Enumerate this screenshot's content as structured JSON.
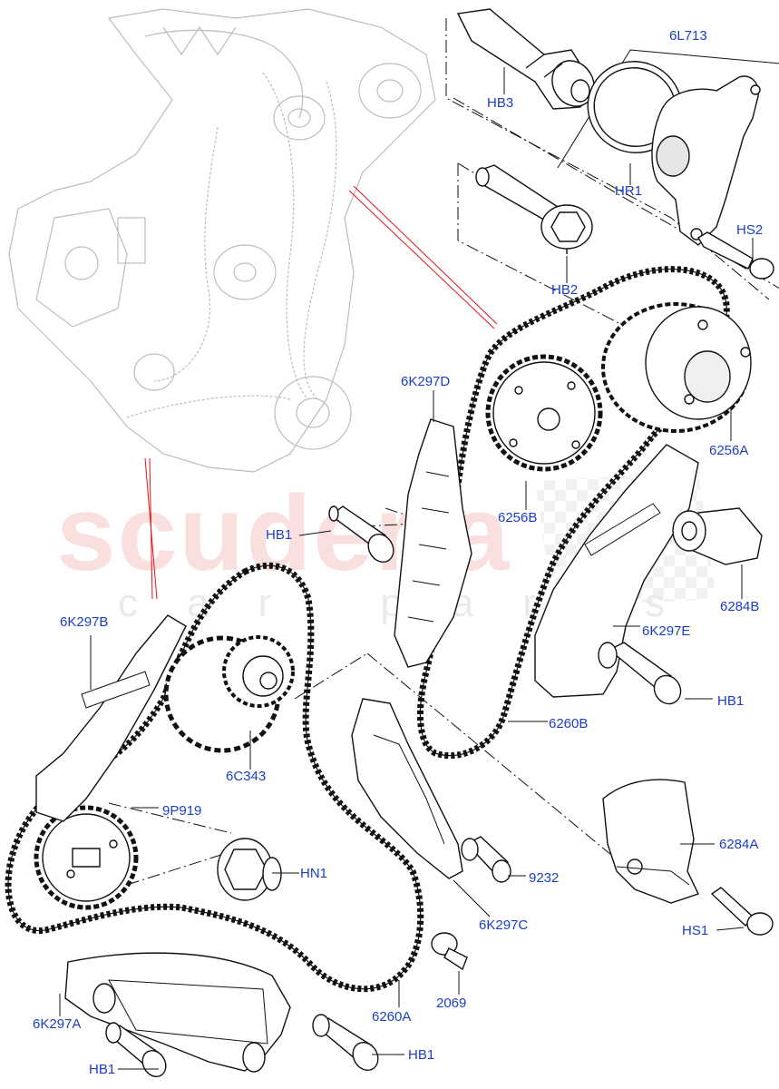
{
  "watermark": {
    "brand": "scuderia",
    "sub": "car parts"
  },
  "callouts": [
    {
      "id": "HB3",
      "text": "HB3"
    },
    {
      "id": "6L713",
      "text": "6L713"
    },
    {
      "id": "HR1",
      "text": "HR1"
    },
    {
      "id": "HS2",
      "text": "HS2"
    },
    {
      "id": "HB2",
      "text": "HB2"
    },
    {
      "id": "6K297D",
      "text": "6K297D"
    },
    {
      "id": "6256A",
      "text": "6256A"
    },
    {
      "id": "6256B",
      "text": "6256B"
    },
    {
      "id": "HB1-a",
      "text": "HB1"
    },
    {
      "id": "6284B",
      "text": "6284B"
    },
    {
      "id": "6K297B",
      "text": "6K297B"
    },
    {
      "id": "6K297E",
      "text": "6K297E"
    },
    {
      "id": "HB1-b",
      "text": "HB1"
    },
    {
      "id": "6260B",
      "text": "6260B"
    },
    {
      "id": "6C343",
      "text": "6C343"
    },
    {
      "id": "9P919",
      "text": "9P919"
    },
    {
      "id": "6284A",
      "text": "6284A"
    },
    {
      "id": "HN1",
      "text": "HN1"
    },
    {
      "id": "9232",
      "text": "9232"
    },
    {
      "id": "6K297C",
      "text": "6K297C"
    },
    {
      "id": "HS1",
      "text": "HS1"
    },
    {
      "id": "2069",
      "text": "2069"
    },
    {
      "id": "6K297A",
      "text": "6K297A"
    },
    {
      "id": "6260A",
      "text": "6260A"
    },
    {
      "id": "HB1-c",
      "text": "HB1"
    },
    {
      "id": "HB1-d",
      "text": "HB1"
    }
  ],
  "colors": {
    "label": "#1a3ec8",
    "line": "#111111",
    "ghost": "#bdbdbd",
    "red": "#e0141a"
  }
}
